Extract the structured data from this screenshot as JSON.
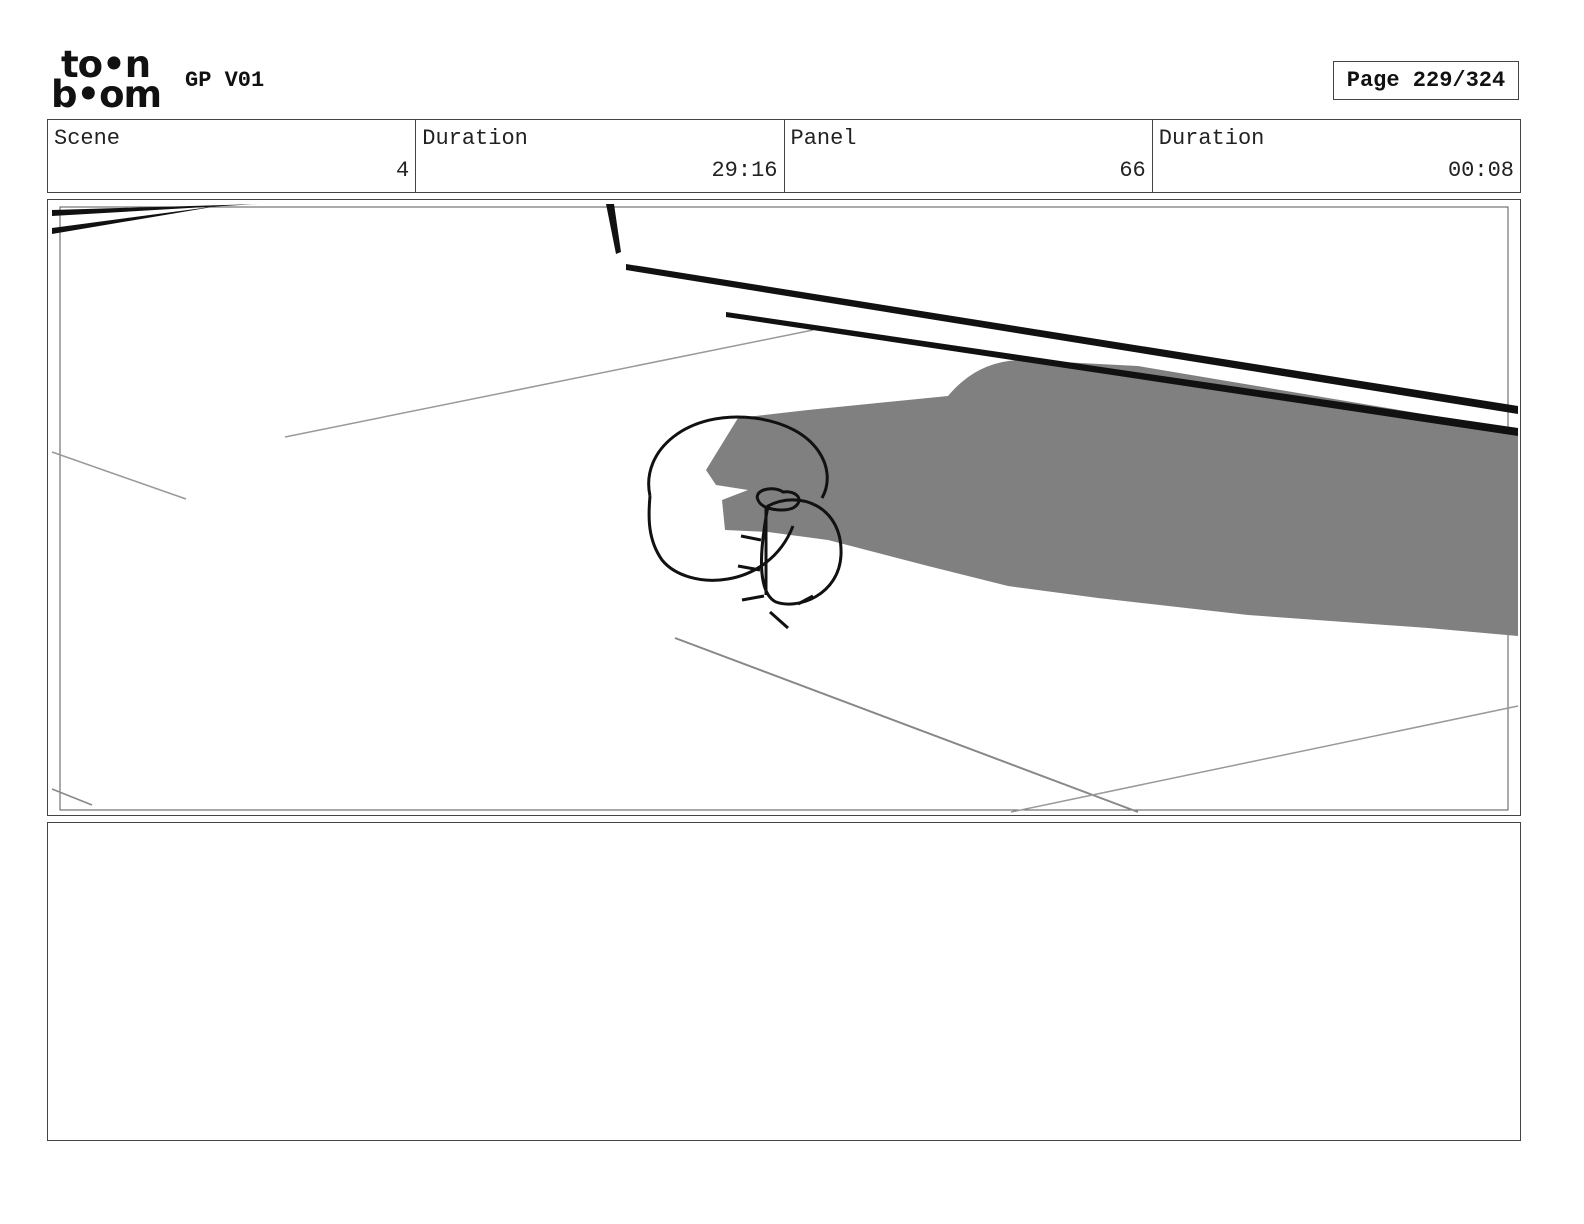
{
  "header": {
    "logo_line1": "to•n",
    "logo_line2": "b•om",
    "project_title": "GP V01",
    "page_label": "Page 229/324"
  },
  "info": {
    "scene_label": "Scene",
    "scene_value": "4",
    "scene_duration_label": "Duration",
    "scene_duration_value": "29:16",
    "panel_label": "Panel",
    "panel_value": "66",
    "panel_duration_label": "Duration",
    "panel_duration_value": "00:08"
  },
  "notes": {
    "text": ""
  }
}
